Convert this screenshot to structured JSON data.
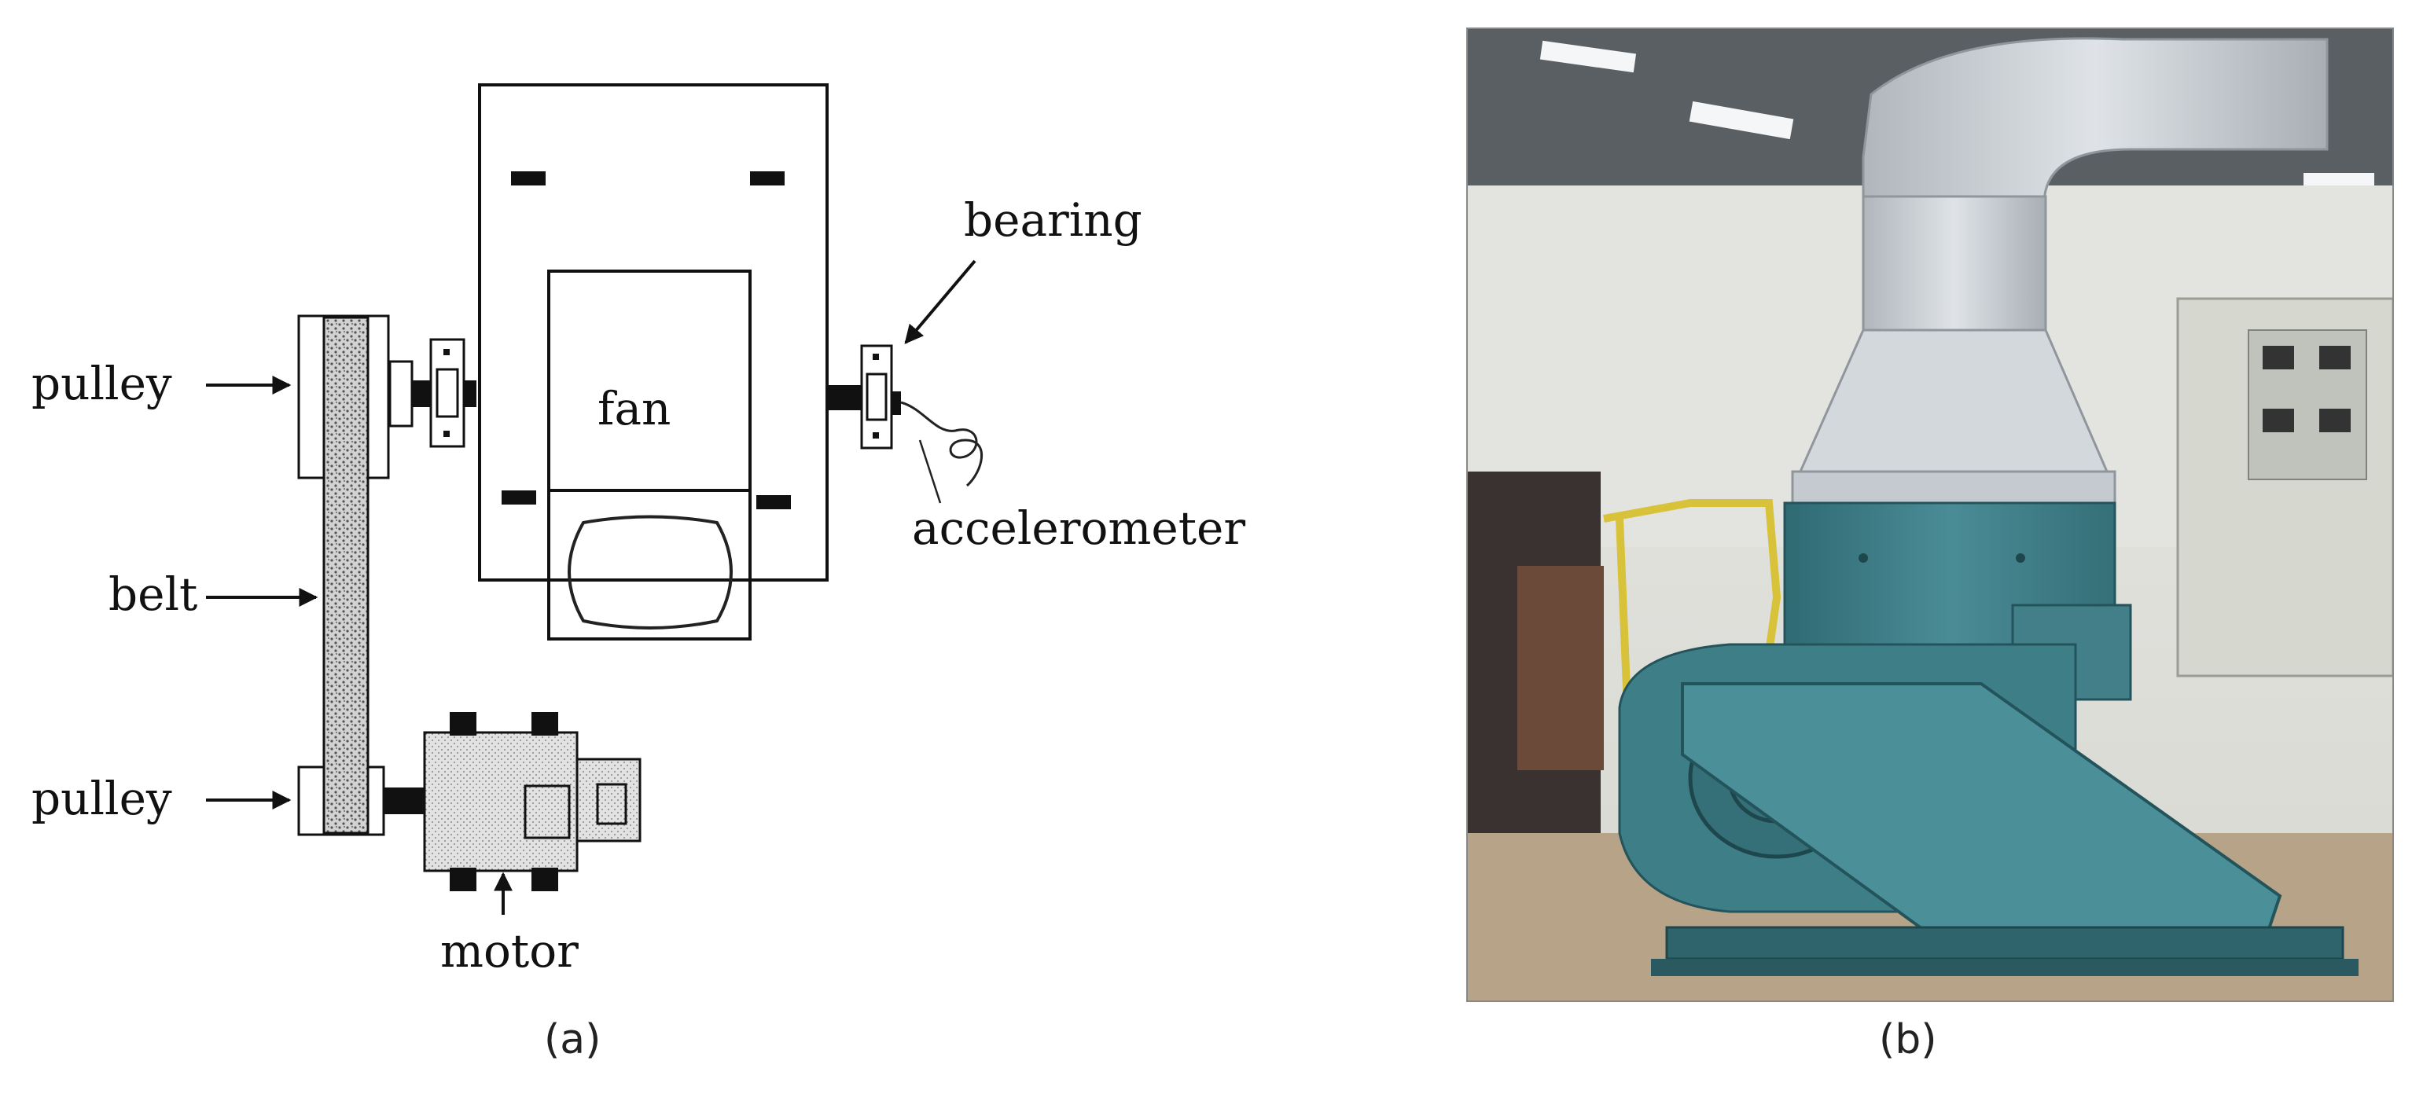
{
  "panel_a": {
    "labels": {
      "pulley_top": "pulley",
      "belt": "belt",
      "pulley_bottom": "pulley",
      "fan": "fan",
      "bearing": "bearing",
      "accelerometer": "accelerometer",
      "motor": "motor"
    },
    "caption": "(a)"
  },
  "panel_b": {
    "caption": "(b)"
  },
  "colors": {
    "line": "#111111",
    "hatch_fill": "#bdbdbd",
    "machine": "#3f7f88",
    "duct": "#c9ced3",
    "floor": "#b7a488"
  }
}
